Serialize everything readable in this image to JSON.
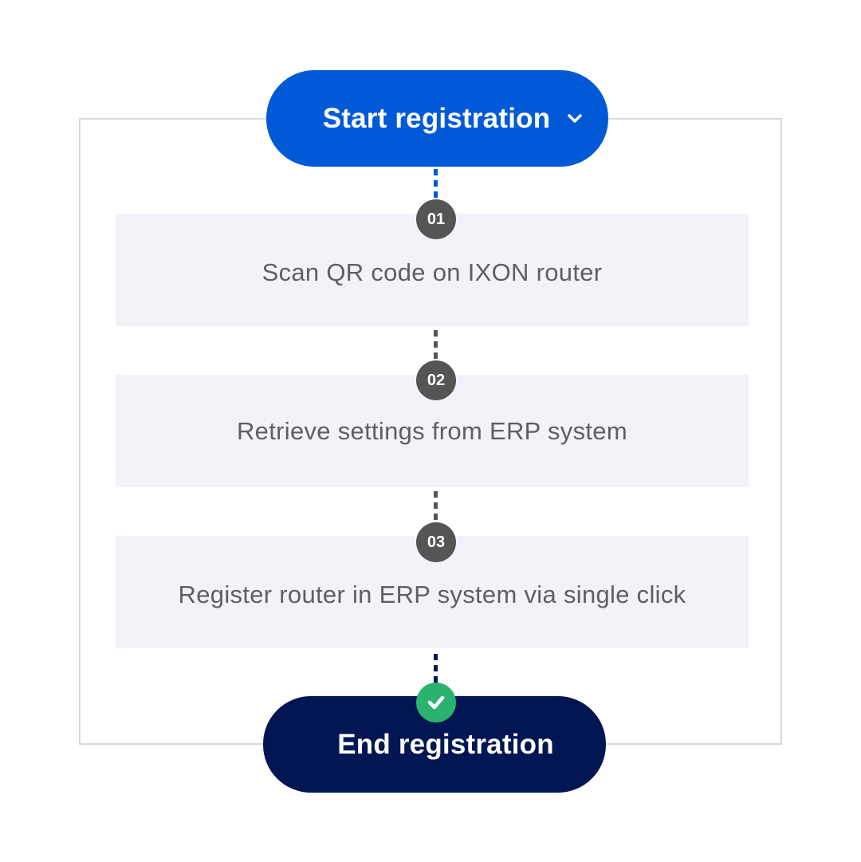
{
  "start_button": {
    "label": "Start registration",
    "color": "#005ad8",
    "icon": "chevron-down-icon"
  },
  "steps": [
    {
      "number": "01",
      "label": "Scan QR code on IXON router"
    },
    {
      "number": "02",
      "label": "Retrieve settings from ERP system"
    },
    {
      "number": "03",
      "label": "Register router in ERP system via single click"
    }
  ],
  "end_button": {
    "label": "End registration",
    "color": "#011653",
    "icon": "check-icon",
    "icon_color": "#2bb26f"
  },
  "colors": {
    "step_background": "#f2f3f9",
    "badge": "#555555",
    "connector_start": "#005ad8",
    "connector_mid": "#555555",
    "connector_end": "#011653",
    "frame": "#dadada"
  }
}
